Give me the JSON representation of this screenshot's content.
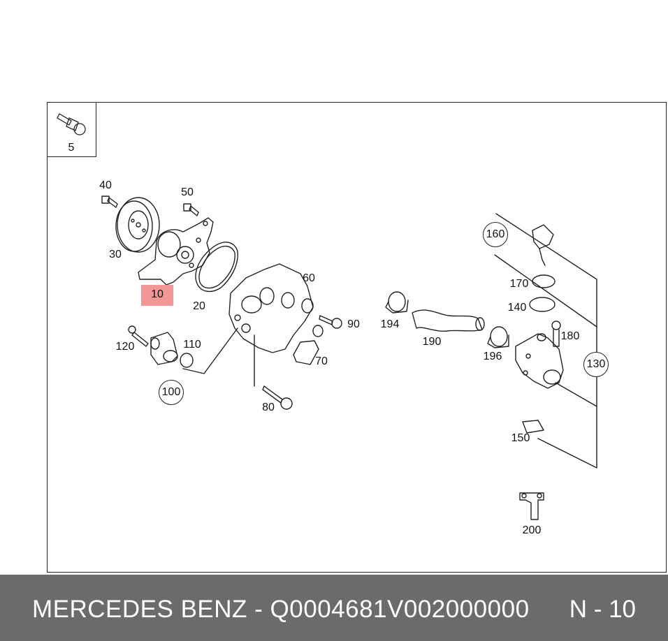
{
  "footer": {
    "title": "MERCEDES BENZ - Q0004681V002000000",
    "page": "N - 10"
  },
  "inset_label": "5",
  "labels": {
    "p40": "40",
    "p50": "50",
    "p30": "30",
    "p10": "10",
    "p20": "20",
    "p60": "60",
    "p90": "90",
    "p70": "70",
    "p120": "120",
    "p110": "110",
    "p80": "80",
    "p194": "194",
    "p190": "190",
    "p196": "196",
    "p170": "170",
    "p140": "140",
    "p180": "180",
    "p150": "150",
    "p200": "200"
  },
  "circled_labels": {
    "c160": "160",
    "c130": "130",
    "c100": "100"
  },
  "highlight_color": "#f08c8c"
}
